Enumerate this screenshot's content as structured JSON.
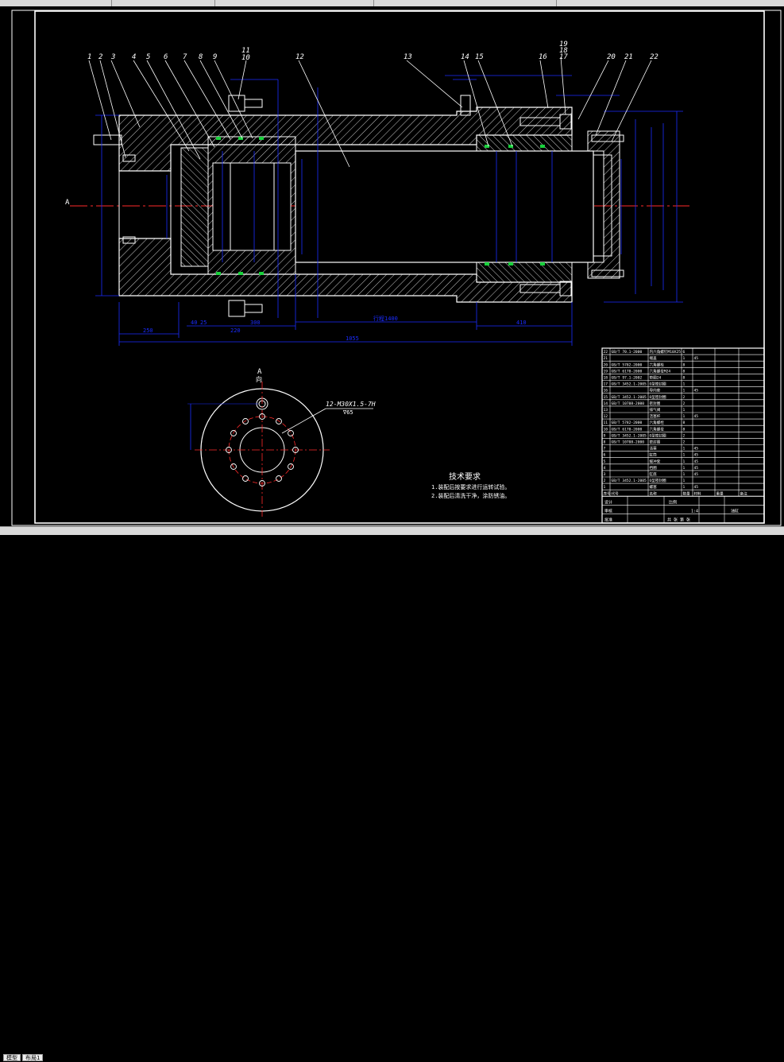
{
  "window": {
    "tabs": [
      "模型",
      "布局1"
    ]
  },
  "drawing": {
    "section_label": "A",
    "part_numbers": [
      "1",
      "2",
      "3",
      "4",
      "5",
      "6",
      "7",
      "8",
      "9",
      "10",
      "11",
      "12",
      "13",
      "14",
      "15",
      "16",
      "17",
      "18",
      "19",
      "20",
      "21",
      "22"
    ],
    "dimensions": {
      "overall_length": "1055",
      "stroke": "行程1400",
      "dim_250": "250",
      "dim_220": "220",
      "dim_300": "300",
      "dim_410": "410",
      "dim_40": "40",
      "dim_25": "25"
    },
    "view_label_letter": "A",
    "view_label_dir": "向",
    "thread_callout": "12-M30X1.5-7H",
    "thread_depth": "∇65",
    "tech_title": "技术要求",
    "tech_lines": [
      "1.装配后按要求进行运转试验。",
      "2.装配后清洗干净，涂防锈油。"
    ]
  },
  "colors": {
    "outline": "#ffffff",
    "hatch": "#ffffff",
    "dimension": "#1a2cff",
    "centerline": "#ff2a2a",
    "seal": "#19d13c",
    "frame": "#ffffff"
  },
  "title_block": {
    "rows": [
      {
        "no": "22",
        "code": "GB/T 70.1-2000",
        "name": "内六角螺钉M10X25",
        "qty": "6",
        "mat": "",
        "note": ""
      },
      {
        "no": "21",
        "code": "",
        "name": "端盖",
        "qty": "1",
        "mat": "45",
        "note": ""
      },
      {
        "no": "20",
        "code": "GB/T 5782-2000",
        "name": "六角螺栓",
        "qty": "8",
        "mat": "",
        "note": ""
      },
      {
        "no": "19",
        "code": "GB/T 6170-2000",
        "name": "六角螺母M24",
        "qty": "8",
        "mat": "",
        "note": ""
      },
      {
        "no": "18",
        "code": "GB/T 97.1-2002",
        "name": "垫圈24",
        "qty": "8",
        "mat": "",
        "note": ""
      },
      {
        "no": "17",
        "code": "GB/T 3452.1-2005",
        "name": "O型密封圈",
        "qty": "1",
        "mat": "",
        "note": ""
      },
      {
        "no": "16",
        "code": "",
        "name": "导向套",
        "qty": "1",
        "mat": "45",
        "note": ""
      },
      {
        "no": "15",
        "code": "GB/T 3452.1-2005",
        "name": "O型密封圈",
        "qty": "2",
        "mat": "",
        "note": ""
      },
      {
        "no": "14",
        "code": "GB/T 10708-2000",
        "name": "密封圈",
        "qty": "2",
        "mat": "",
        "note": ""
      },
      {
        "no": "13",
        "code": "",
        "name": "排气阀",
        "qty": "1",
        "mat": "",
        "note": ""
      },
      {
        "no": "12",
        "code": "",
        "name": "活塞杆",
        "qty": "1",
        "mat": "45",
        "note": ""
      },
      {
        "no": "11",
        "code": "GB/T 5782-2000",
        "name": "六角螺栓",
        "qty": "8",
        "mat": "",
        "note": ""
      },
      {
        "no": "10",
        "code": "GB/T 6170-2000",
        "name": "六角螺母",
        "qty": "8",
        "mat": "",
        "note": ""
      },
      {
        "no": "9",
        "code": "GB/T 3452.1-2005",
        "name": "O型密封圈",
        "qty": "2",
        "mat": "",
        "note": ""
      },
      {
        "no": "8",
        "code": "GB/T 10708-2000",
        "name": "密封圈",
        "qty": "2",
        "mat": "",
        "note": ""
      },
      {
        "no": "7",
        "code": "",
        "name": "活塞",
        "qty": "1",
        "mat": "45",
        "note": ""
      },
      {
        "no": "6",
        "code": "",
        "name": "缸筒",
        "qty": "1",
        "mat": "45",
        "note": ""
      },
      {
        "no": "5",
        "code": "",
        "name": "缓冲套",
        "qty": "1",
        "mat": "45",
        "note": ""
      },
      {
        "no": "4",
        "code": "",
        "name": "挡圈",
        "qty": "1",
        "mat": "45",
        "note": ""
      },
      {
        "no": "3",
        "code": "",
        "name": "缸底",
        "qty": "1",
        "mat": "45",
        "note": ""
      },
      {
        "no": "2",
        "code": "GB/T 3452.1-2005",
        "name": "O型密封圈",
        "qty": "1",
        "mat": "",
        "note": ""
      },
      {
        "no": "1",
        "code": "",
        "name": "螺塞",
        "qty": "1",
        "mat": "45",
        "note": ""
      }
    ],
    "header": {
      "no": "序号",
      "code": "代号",
      "name": "名称",
      "qty": "数量",
      "mat": "材料",
      "weight": "重量",
      "note": "备注"
    },
    "drawn": "设计",
    "check": "审核",
    "approve": "批准",
    "scale_label": "比例",
    "scale": "1:4",
    "drawing_title": "油缸",
    "sheet": "共 张 第 张"
  }
}
